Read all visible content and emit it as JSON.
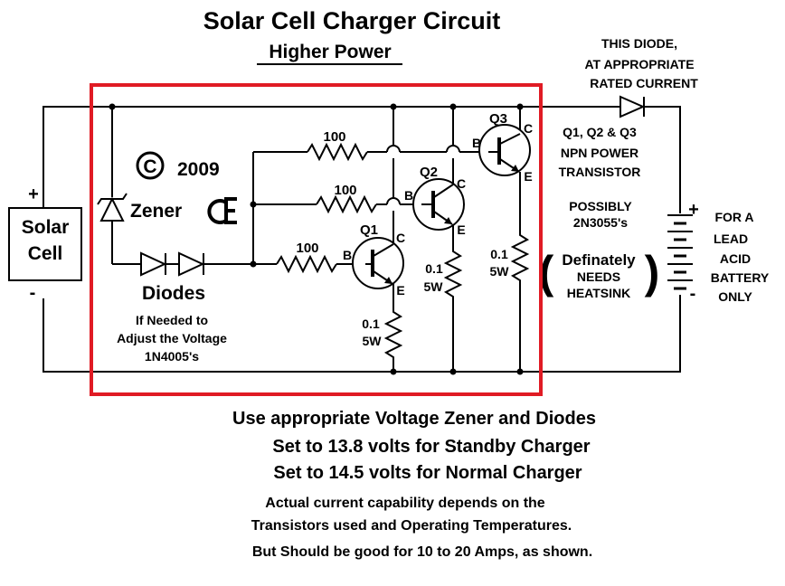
{
  "title": "Solar Cell Charger Circuit",
  "subtitle": "Higher Power",
  "copyright": {
    "symbol": "©",
    "year": "2009"
  },
  "ce_mark": "CE",
  "solar_cell": {
    "line1": "Solar",
    "line2": "Cell",
    "plus": "+",
    "minus": "-"
  },
  "zener_label": "Zener",
  "diodes": {
    "label": "Diodes",
    "note1": "If Needed to",
    "note2": "Adjust the Voltage",
    "note3": "1N4005's"
  },
  "resistors": {
    "r1": "100",
    "r2": "100",
    "r3": "100",
    "re1_val": "0.1",
    "re1_w": "5W",
    "re2_val": "0.1",
    "re2_w": "5W",
    "re3_val": "0.1",
    "re3_w": "5W"
  },
  "transistors": {
    "q1": "Q1",
    "q2": "Q2",
    "q3": "Q3",
    "b": "B",
    "c": "C",
    "e": "E"
  },
  "output_diode_note": {
    "line1": "THIS DIODE,",
    "line2": "AT APPROPRIATE",
    "line3": "RATED CURRENT"
  },
  "transistor_note": {
    "line1": "Q1, Q2 & Q3",
    "line2": "NPN POWER",
    "line3": "TRANSISTOR",
    "line4": "POSSIBLY",
    "line5": "2N3055's"
  },
  "heatsink_note": {
    "line1": "Definately",
    "line2": "NEEDS",
    "line3": "HEATSINK"
  },
  "battery": {
    "plus": "+",
    "minus": "-",
    "line1": "FOR A",
    "line2": "LEAD",
    "line3": "ACID",
    "line4": "BATTERY",
    "line5": "ONLY"
  },
  "notes": [
    "Use appropriate Voltage Zener and Diodes",
    "Set to 13.8 volts for Standby Charger",
    "Set to 14.5 volts for Normal Charger",
    "Actual current capability depends on the",
    "Transistors used  and Operating Temperatures.",
    "But Should be good for 10 to 20 Amps, as shown."
  ],
  "colors": {
    "highlight_box": "#e01b24",
    "ink": "#000000",
    "background": "#ffffff"
  }
}
